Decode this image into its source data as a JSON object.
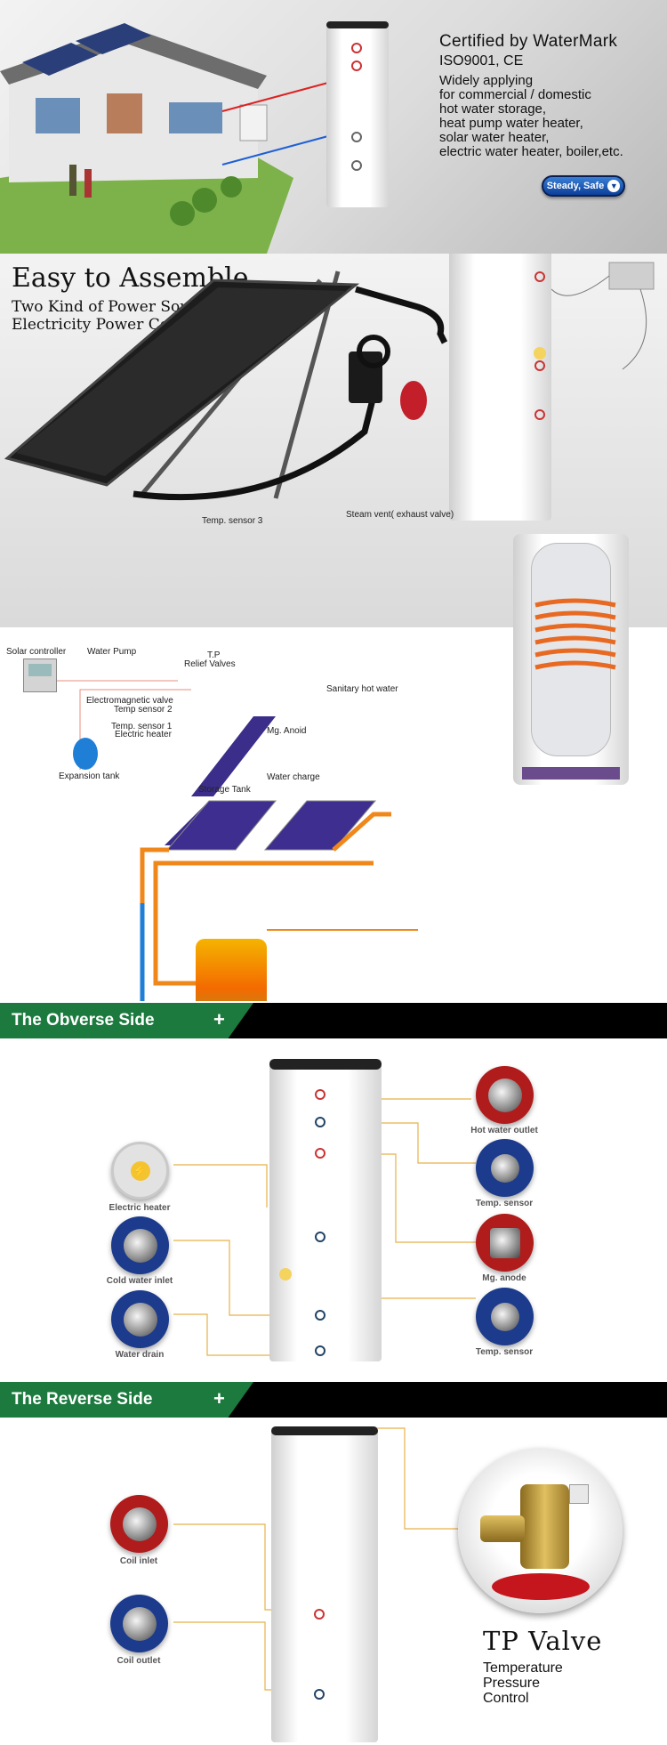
{
  "hero": {
    "cert_title": "Certified by WaterMark",
    "cert_sub": "ISO9001, CE",
    "lines": [
      "Widely applying",
      "for commercial / domestic",
      "hot water storage,",
      "heat pump water heater,",
      "solar water heater,",
      "electric water heater, boiler,etc."
    ],
    "button": "Steady, Safe"
  },
  "assemble": {
    "title": "Easy to Assemble",
    "line1": "Two Kind of Power Sources",
    "line2": "Electricity Power Cost Saving"
  },
  "diagram": {
    "temp_sensor_3": "Temp. sensor 3",
    "steam_vent": "Steam vent( exhaust valve)",
    "solar_controller": "Solar controller",
    "water_pump": "Water Pump",
    "tp": "T.P",
    "relief_valves": "Relief Valves",
    "sanitary_hot_water": "Sanitary hot water",
    "electromagnetic_valve": "Electromagnetic valve",
    "temp_sensor_2": "Temp sensor 2",
    "temp_sensor_1": "Temp. sensor 1",
    "electric_heater": "Electric heater",
    "mg_anoid": "Mg. Anoid",
    "expansion_tank": "Expansion tank",
    "storage_tank": "Storage Tank",
    "water_charge": "Water charge"
  },
  "obverse": {
    "title": "The Obverse Side",
    "plus": "+",
    "left": [
      "Electric heater",
      "Cold water inlet",
      "Water drain"
    ],
    "right": [
      "Hot water outlet",
      "Temp. sensor",
      "Mg. anode",
      "Temp. sensor"
    ]
  },
  "reverse": {
    "title": "The Reverse Side",
    "plus": "+",
    "left": [
      "Coil inlet",
      "Coil outlet"
    ],
    "tp_title": "TP Valve",
    "tp_lines": [
      "Temperature",
      "Pressure",
      "Control"
    ]
  },
  "colors": {
    "banner_green": "#1c7a3e",
    "pipe_orange": "#f0871a",
    "pipe_blue": "#1f7fd6",
    "leader_gold": "#e8b04a"
  }
}
